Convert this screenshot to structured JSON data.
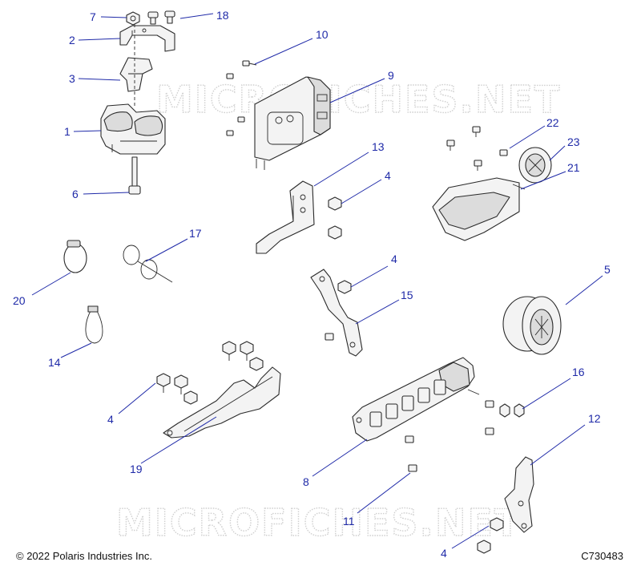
{
  "watermark": "MICROFICHES.NET",
  "copyright": "© 2022 Polaris Industries Inc.",
  "drawing_id": "C730483",
  "callouts": {
    "c1": "1",
    "c2": "2",
    "c3": "3",
    "c4a": "4",
    "c4b": "4",
    "c4c": "4",
    "c4d": "4",
    "c5": "5",
    "c6": "6",
    "c7": "7",
    "c8": "8",
    "c9": "9",
    "c10": "10",
    "c11": "11",
    "c12": "12",
    "c13": "13",
    "c14": "14",
    "c15": "15",
    "c16": "16",
    "c17": "17",
    "c18": "18",
    "c19": "19",
    "c20": "20",
    "c21": "21",
    "c22": "22",
    "c23": "23"
  },
  "colors": {
    "callout": "#1f2aa8",
    "line_art": "#2a2a2a",
    "watermark": "#d0d0d0"
  }
}
